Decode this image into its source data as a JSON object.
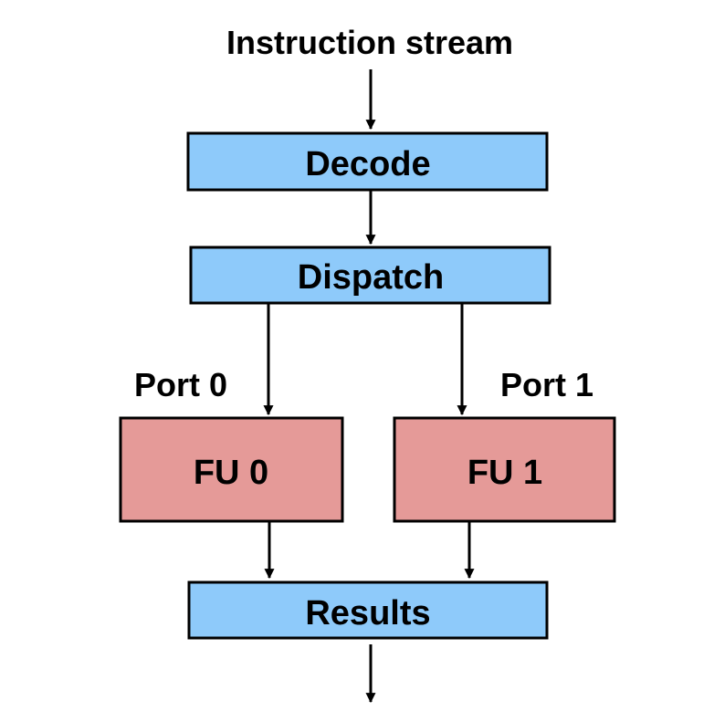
{
  "diagram": {
    "title": "Instruction stream",
    "colors": {
      "stage_fill": "#8ECAFA",
      "unit_fill": "#E59A98",
      "stroke": "#000000",
      "background": "#FFFFFF"
    },
    "nodes": {
      "decode": "Decode",
      "dispatch": "Dispatch",
      "fu0": "FU 0",
      "fu1": "FU 1",
      "results": "Results"
    },
    "port_labels": {
      "port0": "Port 0",
      "port1": "Port 1"
    }
  }
}
